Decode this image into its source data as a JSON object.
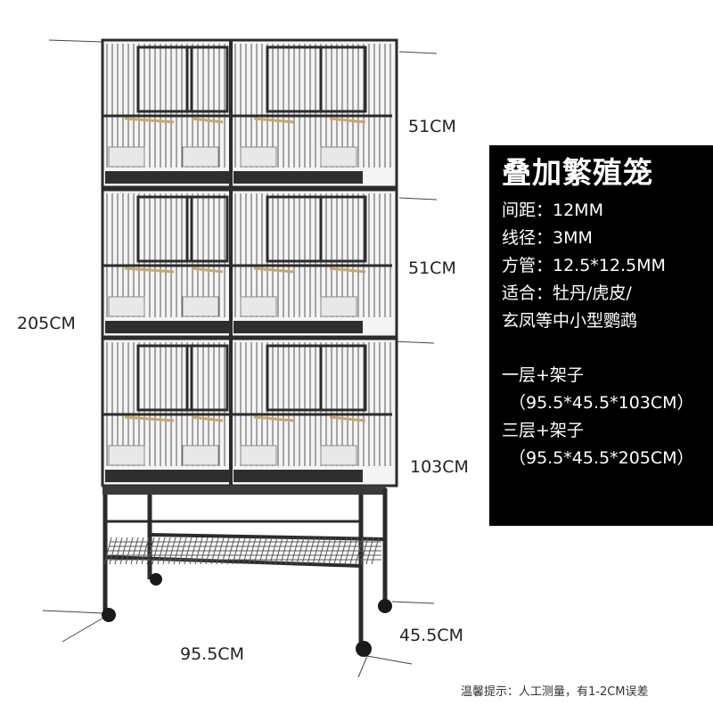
{
  "dimensions": {
    "tier_top": "51CM",
    "tier_middle": "51CM",
    "lower_with_stand": "103CM",
    "total_height": "205CM",
    "depth": "45.5CM",
    "width": "95.5CM"
  },
  "spec_panel": {
    "title": "叠加繁殖笼",
    "lines": [
      "间距：12MM",
      "线径：3MM",
      "方管：12.5*12.5MM",
      "适合：牡丹/虎皮/",
      "玄凤等中小型鹦鹉"
    ],
    "options": [
      {
        "name": "一层+架子",
        "size": "（95.5*45.5*103CM）"
      },
      {
        "name": "三层+架子",
        "size": "（95.5*45.5*205CM）"
      }
    ]
  },
  "footnote": "温馨提示：人工测量，有1-2CM误差",
  "colors": {
    "panel_bg": "#000000",
    "panel_text": "#ffffff",
    "cage_frame": "#2b2b2b"
  }
}
